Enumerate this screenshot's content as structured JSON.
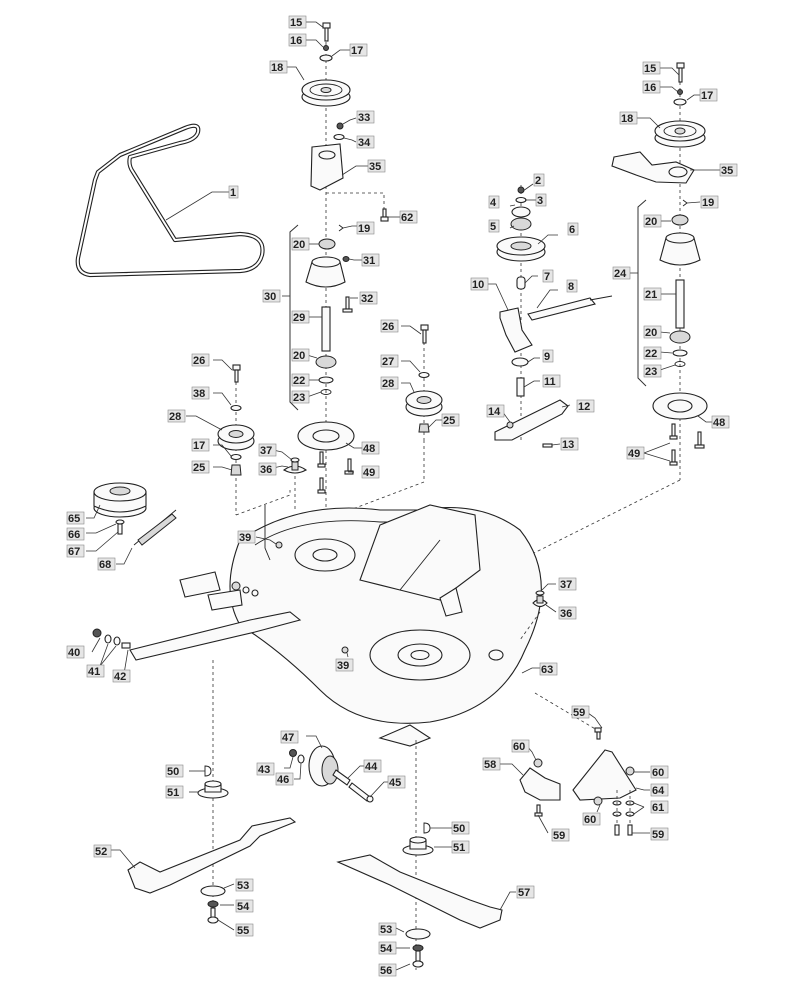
{
  "diagram": {
    "title": "Mower deck exploded parts diagram",
    "callouts": [
      {
        "id": "c1",
        "num": "1",
        "part": "drive belt"
      },
      {
        "id": "c2",
        "num": "2",
        "part": "nut"
      },
      {
        "id": "c3",
        "num": "3",
        "part": "washer"
      },
      {
        "id": "c4",
        "num": "4",
        "part": "spacer"
      },
      {
        "id": "c5",
        "num": "5",
        "part": "bushing"
      },
      {
        "id": "c6",
        "num": "6",
        "part": "idler pulley"
      },
      {
        "id": "c7",
        "num": "7",
        "part": "spacer sleeve"
      },
      {
        "id": "c8",
        "num": "8",
        "part": "tension spring rod"
      },
      {
        "id": "c9",
        "num": "9",
        "part": "washer"
      },
      {
        "id": "c10",
        "num": "10",
        "part": "idler arm"
      },
      {
        "id": "c11",
        "num": "11",
        "part": "pivot pin"
      },
      {
        "id": "c12",
        "num": "12",
        "part": "bracket"
      },
      {
        "id": "c13",
        "num": "13",
        "part": "bolt"
      },
      {
        "id": "c14",
        "num": "14",
        "part": "nut"
      },
      {
        "id": "c15a",
        "num": "15",
        "part": "bolt"
      },
      {
        "id": "c16a",
        "num": "16",
        "part": "lock washer"
      },
      {
        "id": "c17a",
        "num": "17",
        "part": "washer"
      },
      {
        "id": "c18a",
        "num": "18",
        "part": "spindle pulley"
      },
      {
        "id": "c15b",
        "num": "15",
        "part": "bolt"
      },
      {
        "id": "c16b",
        "num": "16",
        "part": "lock washer"
      },
      {
        "id": "c17b",
        "num": "17",
        "part": "washer"
      },
      {
        "id": "c18b",
        "num": "18",
        "part": "spindle pulley"
      },
      {
        "id": "c17c",
        "num": "17",
        "part": "washer"
      },
      {
        "id": "c19a",
        "num": "19",
        "part": "key"
      },
      {
        "id": "c19b",
        "num": "19",
        "part": "key"
      },
      {
        "id": "c20a",
        "num": "20",
        "part": "bearing"
      },
      {
        "id": "c20b",
        "num": "20",
        "part": "bearing"
      },
      {
        "id": "c20c",
        "num": "20",
        "part": "bearing"
      },
      {
        "id": "c20d",
        "num": "20",
        "part": "bearing"
      },
      {
        "id": "c21",
        "num": "21",
        "part": "spindle shaft"
      },
      {
        "id": "c22a",
        "num": "22",
        "part": "spacer"
      },
      {
        "id": "c22b",
        "num": "22",
        "part": "spacer"
      },
      {
        "id": "c23a",
        "num": "23",
        "part": "circlip"
      },
      {
        "id": "c23b",
        "num": "23",
        "part": "circlip"
      },
      {
        "id": "c24",
        "num": "24",
        "part": "spindle assembly"
      },
      {
        "id": "c25a",
        "num": "25",
        "part": "nut"
      },
      {
        "id": "c25b",
        "num": "25",
        "part": "nut"
      },
      {
        "id": "c26a",
        "num": "26",
        "part": "bolt"
      },
      {
        "id": "c26b",
        "num": "26",
        "part": "bolt"
      },
      {
        "id": "c27",
        "num": "27",
        "part": "washer"
      },
      {
        "id": "c28a",
        "num": "28",
        "part": "idler pulley"
      },
      {
        "id": "c28b",
        "num": "28",
        "part": "idler pulley"
      },
      {
        "id": "c29",
        "num": "29",
        "part": "spindle shaft"
      },
      {
        "id": "c30",
        "num": "30",
        "part": "spindle assembly"
      },
      {
        "id": "c31",
        "num": "31",
        "part": "grease nipple"
      },
      {
        "id": "c32",
        "num": "32",
        "part": "screw"
      },
      {
        "id": "c33",
        "num": "33",
        "part": "nut"
      },
      {
        "id": "c34",
        "num": "34",
        "part": "washer"
      },
      {
        "id": "c35a",
        "num": "35",
        "part": "belt guide bracket"
      },
      {
        "id": "c35b",
        "num": "35",
        "part": "belt guide bracket"
      },
      {
        "id": "c36a",
        "num": "36",
        "part": "height adjuster"
      },
      {
        "id": "c36b",
        "num": "36",
        "part": "height adjuster"
      },
      {
        "id": "c37a",
        "num": "37",
        "part": "o-ring"
      },
      {
        "id": "c37b",
        "num": "37",
        "part": "o-ring"
      },
      {
        "id": "c38",
        "num": "38",
        "part": "washer"
      },
      {
        "id": "c39a",
        "num": "39",
        "part": "nut"
      },
      {
        "id": "c39b",
        "num": "39",
        "part": "nut"
      },
      {
        "id": "c40",
        "num": "40",
        "part": "nut"
      },
      {
        "id": "c41",
        "num": "41",
        "part": "washers"
      },
      {
        "id": "c42",
        "num": "42",
        "part": "pin"
      },
      {
        "id": "c43",
        "num": "43",
        "part": "nut"
      },
      {
        "id": "c44",
        "num": "44",
        "part": "spacer tube"
      },
      {
        "id": "c45",
        "num": "45",
        "part": "bolt"
      },
      {
        "id": "c46",
        "num": "46",
        "part": "washer"
      },
      {
        "id": "c47",
        "num": "47",
        "part": "anti-scalp roller"
      },
      {
        "id": "c48a",
        "num": "48",
        "part": "spindle plate"
      },
      {
        "id": "c48b",
        "num": "48",
        "part": "spindle plate"
      },
      {
        "id": "c49a",
        "num": "49",
        "part": "bolt"
      },
      {
        "id": "c49b",
        "num": "49",
        "part": "bolts"
      },
      {
        "id": "c50a",
        "num": "50",
        "part": "key"
      },
      {
        "id": "c50b",
        "num": "50",
        "part": "key"
      },
      {
        "id": "c51a",
        "num": "51",
        "part": "blade hub"
      },
      {
        "id": "c51b",
        "num": "51",
        "part": "blade hub"
      },
      {
        "id": "c52",
        "num": "52",
        "part": "blade left"
      },
      {
        "id": "c53a",
        "num": "53",
        "part": "blade washer"
      },
      {
        "id": "c53b",
        "num": "53",
        "part": "blade washer"
      },
      {
        "id": "c54a",
        "num": "54",
        "part": "lock washer"
      },
      {
        "id": "c54b",
        "num": "54",
        "part": "lock washer"
      },
      {
        "id": "c55",
        "num": "55",
        "part": "blade bolt"
      },
      {
        "id": "c56",
        "num": "56",
        "part": "blade bolt"
      },
      {
        "id": "c57",
        "num": "57",
        "part": "blade right"
      },
      {
        "id": "c58",
        "num": "58",
        "part": "discharge flap"
      },
      {
        "id": "c59a",
        "num": "59",
        "part": "screw"
      },
      {
        "id": "c59b",
        "num": "59",
        "part": "screw"
      },
      {
        "id": "c59c",
        "num": "59",
        "part": "screw"
      },
      {
        "id": "c60a",
        "num": "60",
        "part": "nut"
      },
      {
        "id": "c60b",
        "num": "60",
        "part": "nut"
      },
      {
        "id": "c60c",
        "num": "60",
        "part": "nut"
      },
      {
        "id": "c61",
        "num": "61",
        "part": "washers"
      },
      {
        "id": "c62",
        "num": "62",
        "part": "screw"
      },
      {
        "id": "c63",
        "num": "63",
        "part": "mower deck"
      },
      {
        "id": "c64",
        "num": "64",
        "part": "mulching plate"
      },
      {
        "id": "c65",
        "num": "65",
        "part": "electromagnetic clutch"
      },
      {
        "id": "c66",
        "num": "66",
        "part": "washer"
      },
      {
        "id": "c67",
        "num": "67",
        "part": "bolt"
      },
      {
        "id": "c68",
        "num": "68",
        "part": "spring"
      }
    ]
  }
}
